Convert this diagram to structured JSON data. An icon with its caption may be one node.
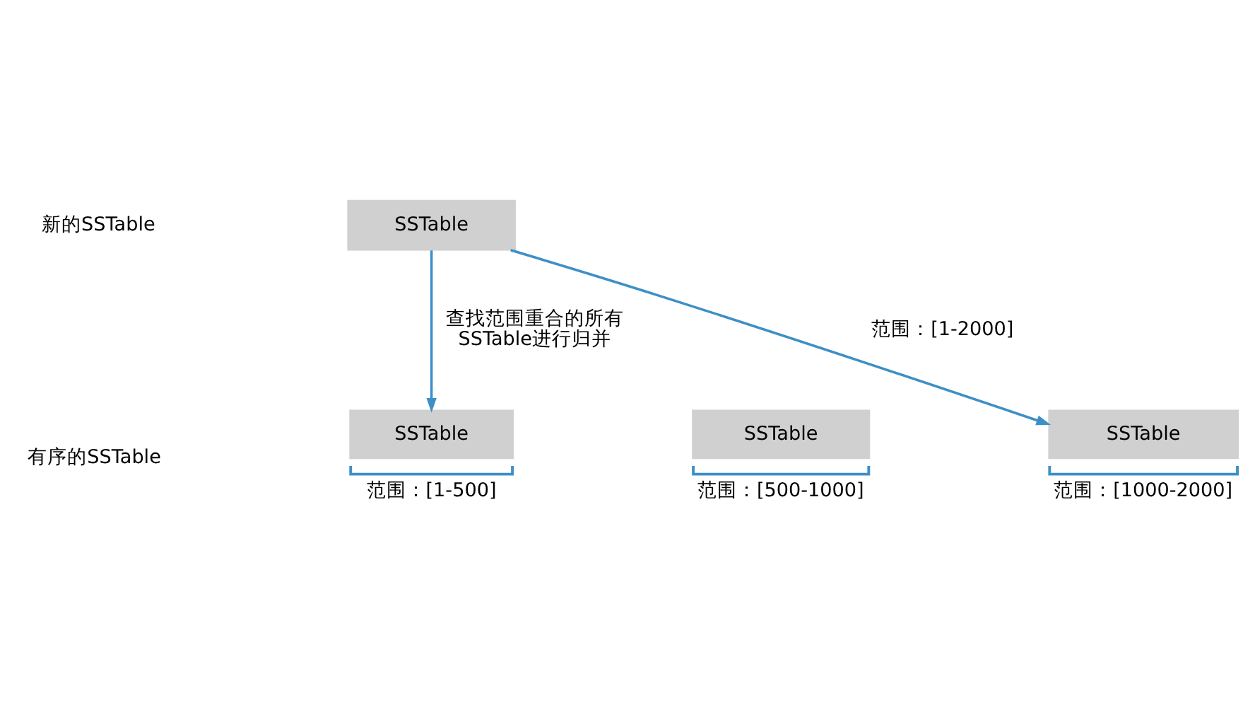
{
  "diagram": {
    "nodes": [
      {
        "text": [
          "SSTable"
        ]
      },
      {
        "text": [
          "SSTable"
        ],
        "beside": [
          "范围：[1-500]"
        ]
      },
      {
        "text": [
          "SSTable"
        ],
        "beside": [
          "范围：[500-1000]"
        ]
      },
      {
        "text": [
          "SSTable"
        ],
        "beside": [
          "范围：[1000-2000]"
        ]
      }
    ],
    "edges": [
      {
        "from": 0,
        "to": 1,
        "arrow": "to",
        "label": "查找范围重合的所有SSTable进行归并"
      },
      {
        "from": 0,
        "to": 3,
        "arrow": "to",
        "label": "范围：[1-2000]"
      }
    ],
    "labels": [
      "新的SSTable",
      "有序的SSTable"
    ]
  }
}
